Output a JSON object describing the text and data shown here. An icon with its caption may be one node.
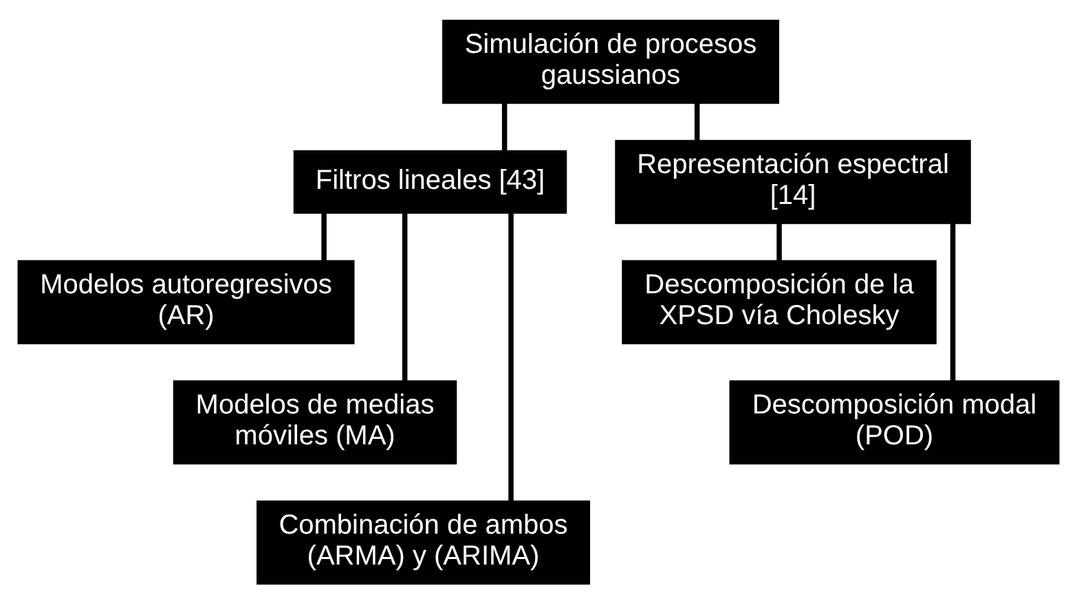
{
  "diagram": {
    "nodes": [
      {
        "text": [
          "Simulación de procesos gaussianos"
        ]
      },
      {
        "text": [
          "Filtros lineales [43]"
        ]
      },
      {
        "text": [
          "Representación espectral [14]"
        ]
      },
      {
        "text": [
          "Modelos autoregresivos (AR)"
        ]
      },
      {
        "text": [
          "Modelos de medias móviles (MA)"
        ]
      },
      {
        "text": [
          "Combinación de ambos (ARMA) y (ARIMA)"
        ]
      },
      {
        "text": [
          "Descomposición de la XPSD vía Cholesky"
        ]
      },
      {
        "text": [
          "Descomposición modal (POD)"
        ]
      }
    ],
    "edges": [
      {
        "from": 0,
        "to": 1,
        "arrow": "none"
      },
      {
        "from": 0,
        "to": 2,
        "arrow": "none"
      },
      {
        "from": 1,
        "to": 3,
        "arrow": "none"
      },
      {
        "from": 1,
        "to": 4,
        "arrow": "none"
      },
      {
        "from": 1,
        "to": 5,
        "arrow": "none"
      },
      {
        "from": 2,
        "to": 6,
        "arrow": "none"
      },
      {
        "from": 2,
        "to": 7,
        "arrow": "none"
      }
    ]
  }
}
